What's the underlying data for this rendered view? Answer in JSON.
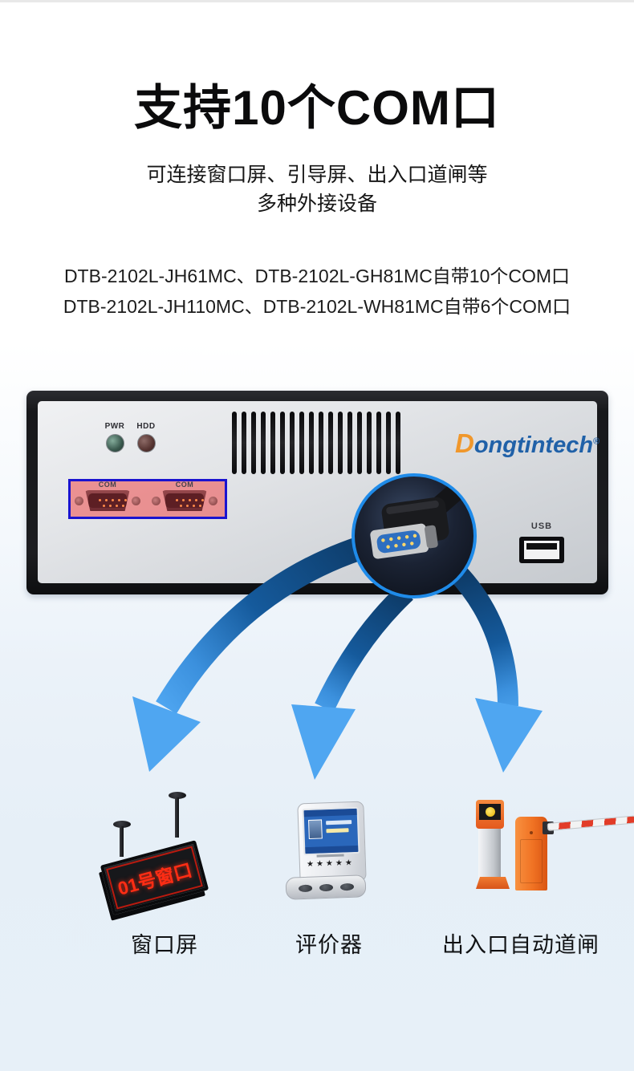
{
  "header": {
    "title": "支持10个COM口",
    "subtitle_line1": "可连接窗口屏、引导屏、出入口道闸等",
    "subtitle_line2": "多种外接设备",
    "models_line1": "DTB-2102L-JH61MC、DTB-2102L-GH81MC自带10个COM口",
    "models_line2": "DTB-2102L-JH110MC、DTB-2102L-WH81MC自带6个COM口"
  },
  "chassis": {
    "brand": {
      "initial": "D",
      "rest": "ongtintech",
      "registered": "®"
    },
    "leds": [
      {
        "label": "PWR"
      },
      {
        "label": "HDD"
      }
    ],
    "com_ports": [
      {
        "label": "COM"
      },
      {
        "label": "COM"
      }
    ],
    "usb": {
      "label": "USB"
    }
  },
  "devices": [
    {
      "label": "窗口屏",
      "screen_text": "01号窗口"
    },
    {
      "label": "评价器",
      "stars": "★★★★★"
    },
    {
      "label": "出入口自动道闸"
    }
  ],
  "colors": {
    "arrow_dark": "#0d3a66",
    "arrow_light": "#4fa6f1",
    "highlight_border": "#1a13cf",
    "highlight_fill": "rgba(238,92,92,0.62)",
    "brand_orange": "#f0972b",
    "brand_blue": "#2061a8",
    "led_sign_red": "#ff2d14",
    "inset_ring_blue": "#1f8be9"
  }
}
